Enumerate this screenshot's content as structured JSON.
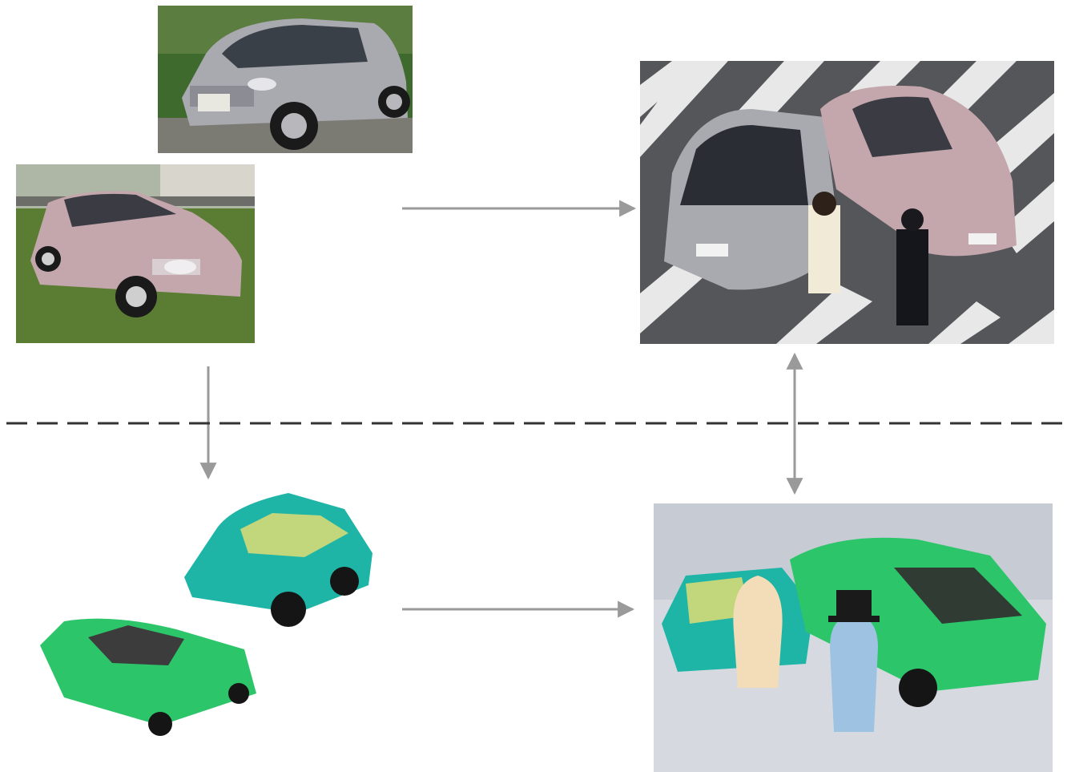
{
  "figure": {
    "panels": [
      {
        "id": "real-car-silver-hatchback",
        "icon": "silver-hatchback-photo"
      },
      {
        "id": "real-car-pink-sedan",
        "icon": "pink-sedan-photo"
      },
      {
        "id": "real-crash-scene",
        "icon": "crosswalk-collision-photo"
      },
      {
        "id": "toy-cars-separate",
        "icon": "toy-cars-photo"
      },
      {
        "id": "toy-crash-scene",
        "icon": "toy-collision-photo"
      }
    ],
    "separator": "dashed",
    "colors": {
      "arrow": "#9a9a9a",
      "separator": "#333333",
      "silver_car": "#a9a9b0",
      "pink_car": "#c4a7ad",
      "teal_toy": "#1fb5a6",
      "green_toy": "#2cc56a"
    }
  }
}
